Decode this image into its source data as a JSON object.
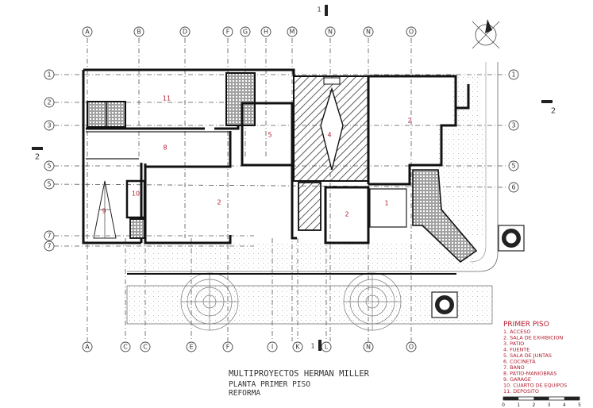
{
  "drawing": {
    "title_line1": "MULTIPROYECTOS HERMAN MILLER",
    "title_line2": "PLANTA PRIMER PISO",
    "title_line3": "REFORMA"
  },
  "grid": {
    "columns_top": [
      "A",
      "B",
      "D",
      "F",
      "G",
      "H",
      "M",
      "N",
      "N",
      "O"
    ],
    "columns_bottom": [
      "A",
      "C",
      "C",
      "E",
      "F",
      "I",
      "K",
      "L",
      "N",
      "O"
    ],
    "rows_left": [
      "1",
      "2",
      "3",
      "5",
      "5",
      "7",
      "7"
    ],
    "rows_right": [
      "1",
      "3",
      "5",
      "6"
    ]
  },
  "section_marks": {
    "top": "1",
    "bottom": "1",
    "left": "2",
    "right": "2"
  },
  "rooms": [
    "11",
    "5",
    "4",
    "2",
    "8",
    "10",
    "9",
    "2",
    "2",
    "1"
  ],
  "legend": {
    "title": "PRIMER PISO",
    "items": [
      "1.  ACCESO",
      "2.  SALA DE EXHIBICION",
      "3.  PATIO",
      "4.  FUENTE",
      "5.  SALA DE JUNTAS",
      "6.  COCINETA",
      "7.  BANO",
      "8.  PATIO-MANIOBRAS",
      "9.  GARAGE",
      "10.  CUARTO DE EQUIPOS",
      "11.  DEPOSITO"
    ]
  },
  "scale": {
    "ticks": [
      "0",
      "1",
      "2",
      "3",
      "4",
      "5"
    ]
  },
  "colors": {
    "lines": "#222222",
    "legend_red": "#b01c2e"
  }
}
